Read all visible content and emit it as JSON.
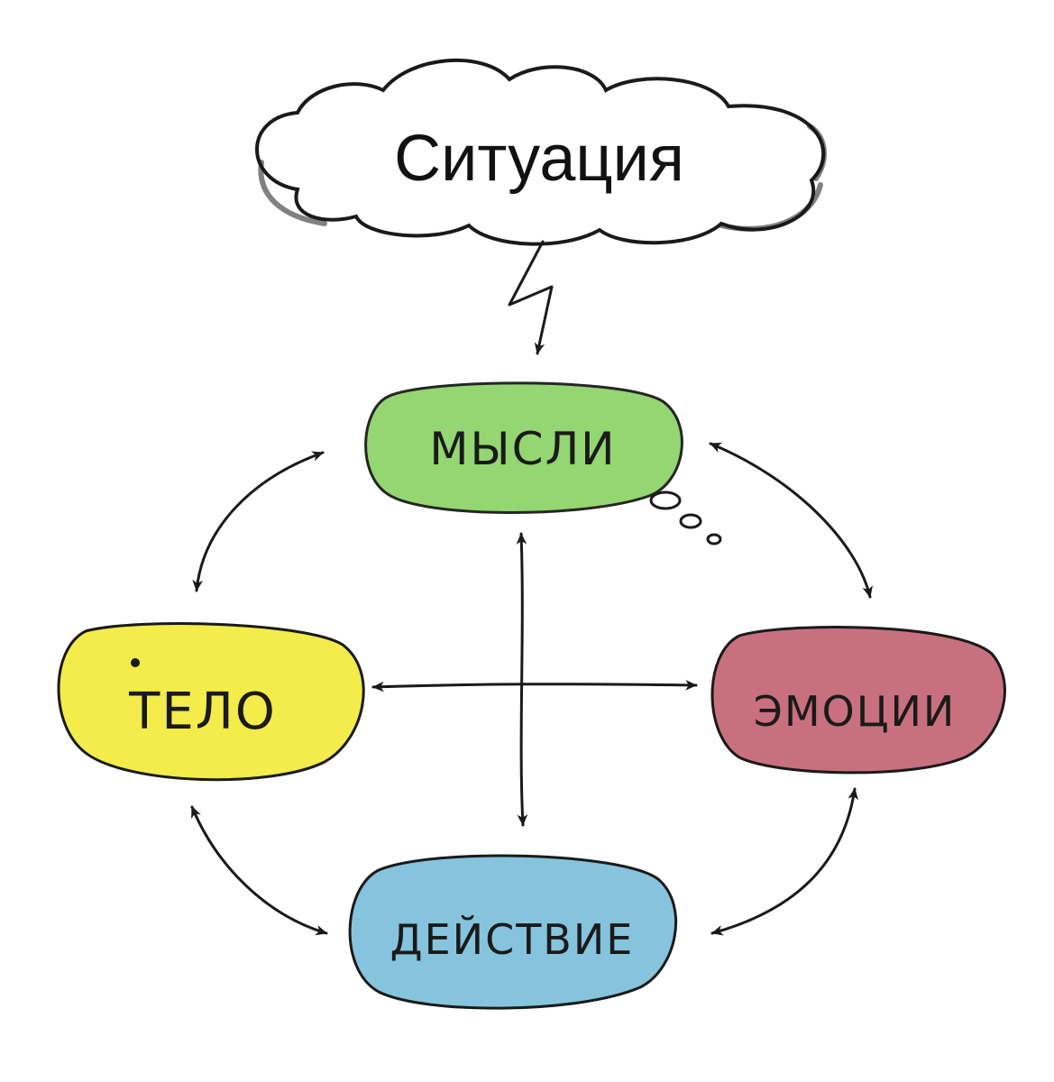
{
  "situation": {
    "label": "Ситуация"
  },
  "nodes": {
    "thoughts": {
      "label": "МЫСЛИ",
      "color": "#8fd46a"
    },
    "body": {
      "label": "ТЕЛО",
      "color": "#f3ec4a"
    },
    "emotions": {
      "label": "ЭМОЦИИ",
      "color": "#c9707e"
    },
    "action": {
      "label": "ДЕЙСТВИЕ",
      "color": "#86c4dd"
    }
  }
}
